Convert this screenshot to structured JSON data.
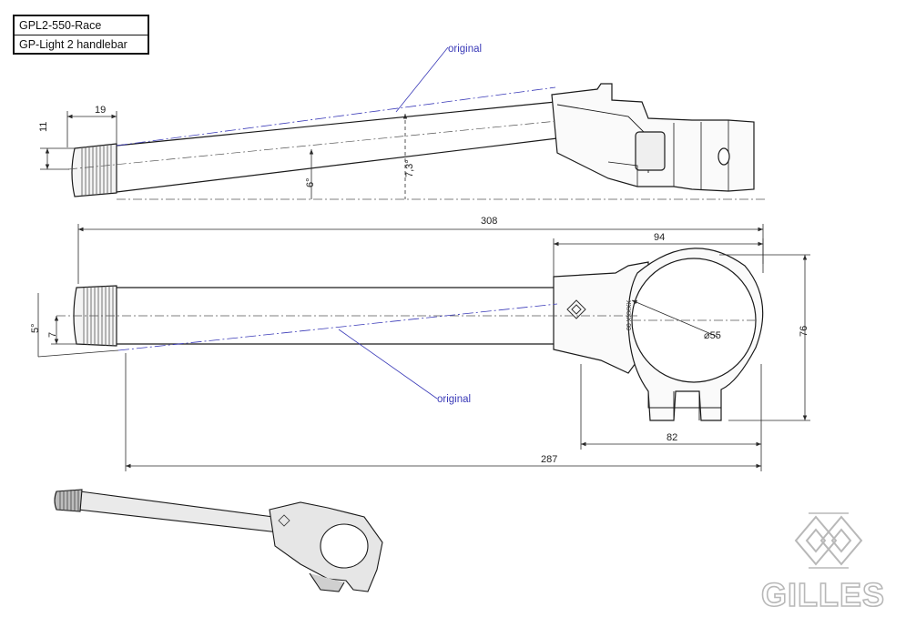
{
  "title_block": {
    "part_number": "GPL2-550-Race",
    "description": "GP-Light 2 handlebar"
  },
  "dimensions": {
    "thread_length": "19",
    "thread_height": "11",
    "bend_angle_new": "6°",
    "bend_angle_original": "7,3°",
    "overall_length": "308",
    "clamp_width": "94",
    "clamp_diameter": "⌀55",
    "clamp_height": "76",
    "clamp_inner_width": "82",
    "reach_length": "287",
    "angle_small": "5°",
    "offset_small": "7"
  },
  "annotations": {
    "original_top": "original",
    "original_middle": "original"
  },
  "brand": {
    "name": "GILLES",
    "color": "#b8b8b8"
  },
  "colors": {
    "line": "#1a1a1a",
    "dimension": "#2a2a2a",
    "original_line": "#3a3ab8",
    "annotation_text": "#3a3ab8"
  }
}
